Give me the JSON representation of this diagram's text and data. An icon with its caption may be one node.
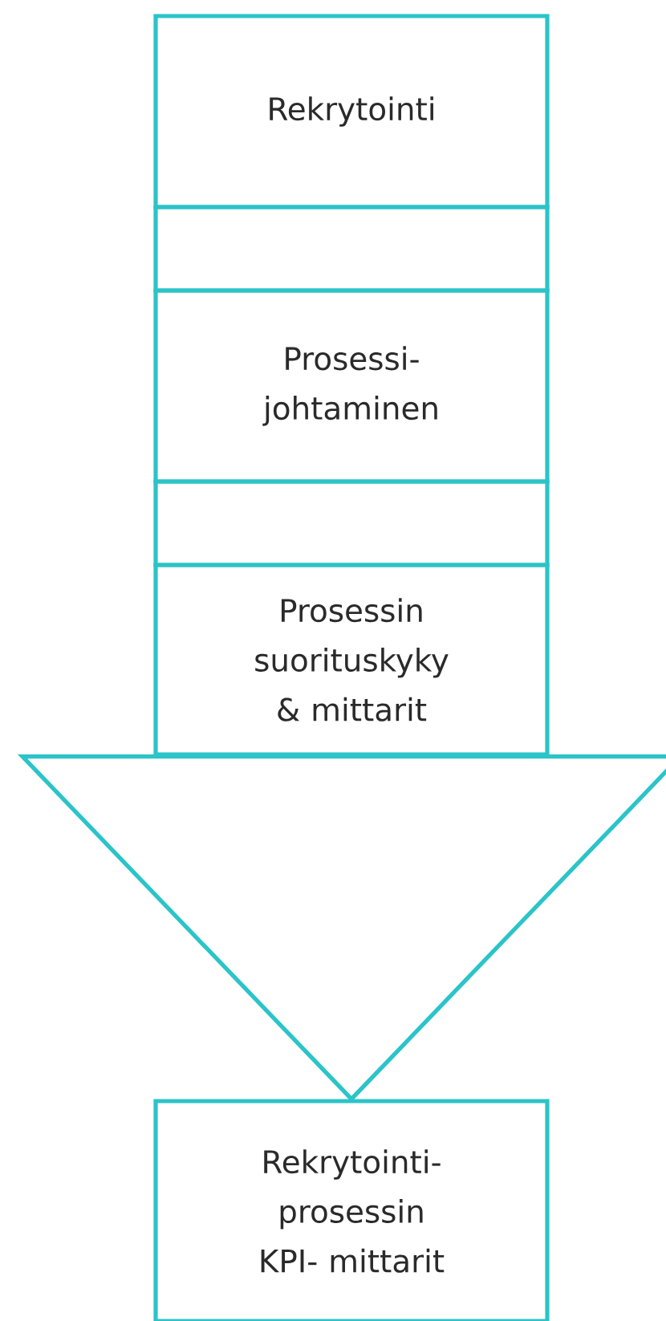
{
  "diagram": {
    "nodes": [
      {
        "text": [
          "Rekrytointi"
        ]
      },
      {
        "text": [],
        "shape": "box"
      },
      {
        "text": [
          "Prosessi- johtaminen"
        ]
      },
      {
        "text": [],
        "shape": "box"
      },
      {
        "text": [
          "Prosessin suorituskyky & mittarit"
        ]
      },
      {
        "text": [
          "Rekrytointi- prosessin KPI- mittarit"
        ]
      }
    ],
    "edges": [
      {
        "from": 4,
        "to": 5,
        "arrow": "to"
      }
    ]
  }
}
